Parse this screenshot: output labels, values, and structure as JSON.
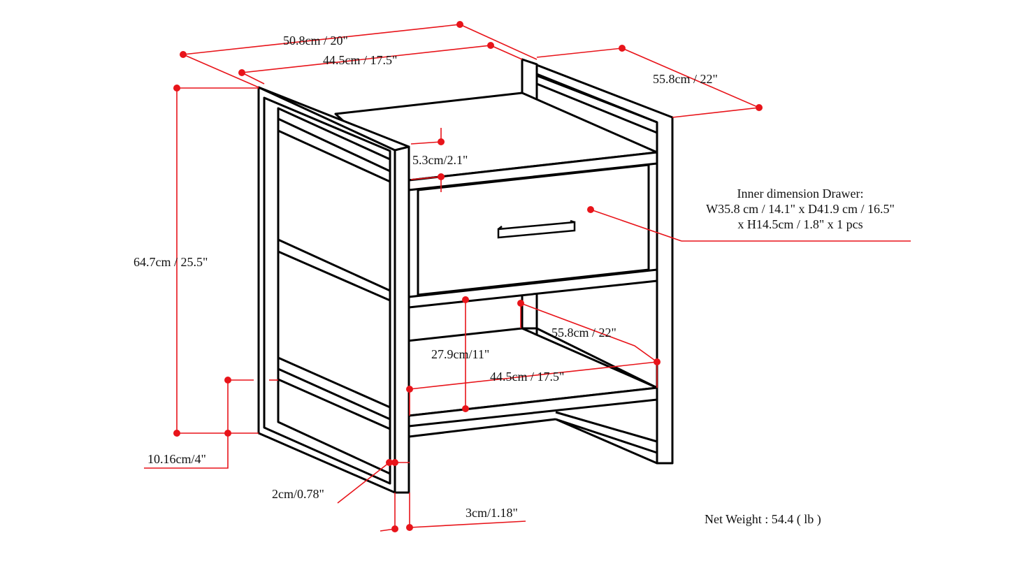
{
  "colors": {
    "dimension": "#e8141a",
    "outline": "#000000"
  },
  "dimensions": {
    "overall_width": "50.8cm / 20\"",
    "inner_width_top": "44.5cm / 17.5\"",
    "depth_top": "55.8cm / 22\"",
    "height": "64.7cm / 25.5\"",
    "top_thickness": "5.3cm/2.1\"",
    "leg_clearance": "10.16cm/4\"",
    "frame_thickness_a": "2cm/0.78\"",
    "frame_thickness_b": "3cm/1.18\"",
    "shelf_gap": "27.9cm/11\"",
    "shelf_depth": "55.8cm / 22\"",
    "shelf_width": "44.5cm / 17.5\""
  },
  "drawer_note": {
    "line1": "Inner dimension Drawer:",
    "line2": "W35.8 cm / 14.1\" x D41.9 cm / 16.5\"",
    "line3": "x H14.5cm / 1.8\" x 1 pcs"
  },
  "net_weight": "Net Weight : 54.4 ( lb )"
}
